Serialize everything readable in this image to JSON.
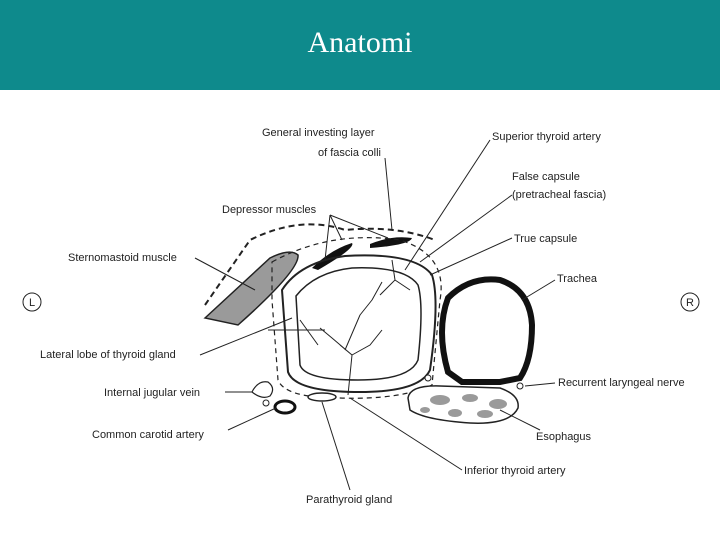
{
  "header": {
    "title": "Anatomi"
  },
  "colors": {
    "header_bg": "#0e8a8c",
    "muscle_fill": "#9a9a9a",
    "ink": "#222222"
  },
  "labels": {
    "general_investing_1": "General investing layer",
    "general_investing_2": "of fascia colli",
    "superior_thyroid_artery": "Superior thyroid artery",
    "false_capsule_1": "False capsule",
    "false_capsule_2": "(pretracheal fascia)",
    "depressor_muscles": "Depressor muscles",
    "true_capsule": "True capsule",
    "sternomastoid_muscle": "Sternomastoid muscle",
    "trachea": "Trachea",
    "lateral_lobe": "Lateral lobe of thyroid gland",
    "internal_jugular_vein": "Internal jugular vein",
    "recurrent_laryngeal_nerve": "Recurrent laryngeal nerve",
    "common_carotid_artery": "Common carotid artery",
    "esophagus": "Esophagus",
    "inferior_thyroid_artery": "Inferior thyroid artery",
    "parathyroid_gland": "Parathyroid gland"
  },
  "side_markers": {
    "left": "L",
    "right": "R"
  }
}
